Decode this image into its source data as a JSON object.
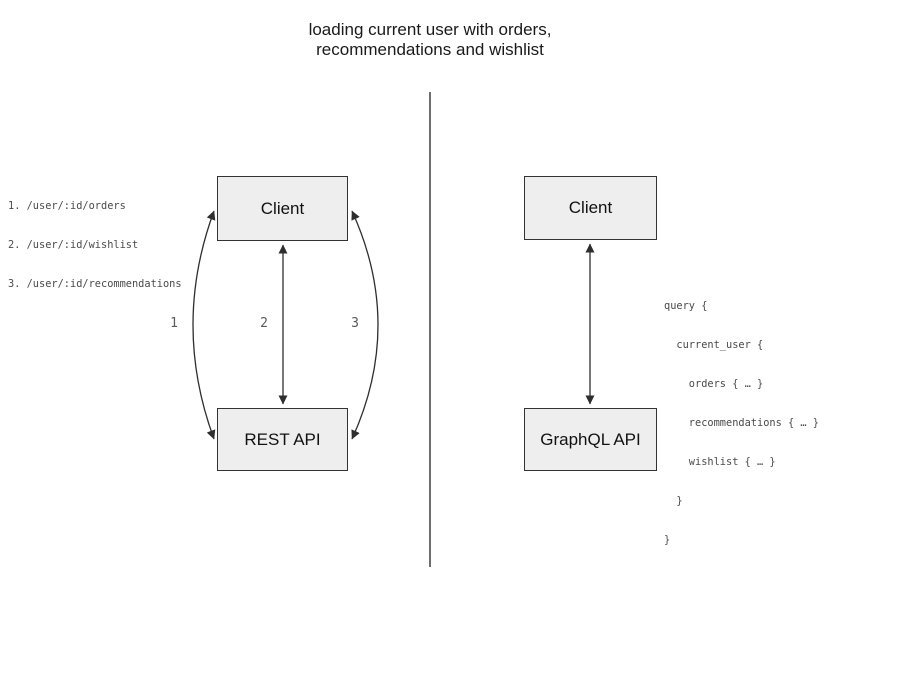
{
  "title": {
    "line1": "loading current user with orders,",
    "line2": "recommendations and wishlist"
  },
  "rest_panel": {
    "client_box": "Client",
    "api_box": "REST API",
    "endpoints": [
      "1. /user/:id/orders",
      "2. /user/:id/wishlist",
      "3. /user/:id/recommendations"
    ],
    "arrow_labels": [
      "1",
      "2",
      "3"
    ]
  },
  "graphql_panel": {
    "client_box": "Client",
    "api_box": "GraphQL API",
    "query_lines": [
      "query {",
      "  current_user {",
      "    orders { … }",
      "    recommendations { … }",
      "    wishlist { … }",
      "  }",
      "}"
    ]
  },
  "colors": {
    "box_fill": "#eeeeee",
    "box_border": "#333333",
    "arrow": "#2e2e2e",
    "divider": "#6e6e6e",
    "code_text": "#4a4a4a",
    "arrow_label_text": "#5a5a5a",
    "title_text": "#1a1a1a"
  }
}
